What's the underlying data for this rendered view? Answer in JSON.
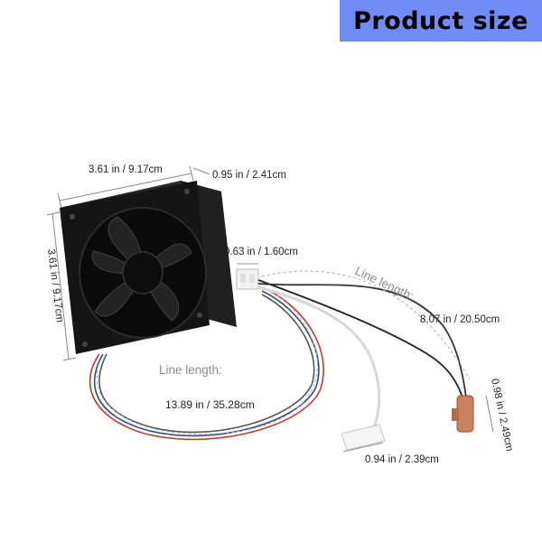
{
  "banner": {
    "title": "Product size",
    "color": "#6f8df5"
  },
  "dimensions": {
    "fan_width": "3.61 in / 9.17cm",
    "fan_depth": "0.95 in / 2.41cm",
    "fan_height": "3.61 in / 9.17cm",
    "connector_width": "0.63 in / 1.60cm",
    "sensor_line_label": "Line length:",
    "sensor_line_value": "8.07 in / 20.50cm",
    "probe_length": "0.98 in / 2.49cm",
    "power_line_label": "Line length:",
    "power_line_value": "13.89 in / 35.28cm",
    "tube_width": "0.94 in / 2.39cm"
  },
  "colors": {
    "fan": "#141414",
    "wire_red": "#c0392b",
    "wire_blue": "#2c4a8a",
    "wire_white": "#e6e6e6",
    "probe": "#c9825a"
  }
}
